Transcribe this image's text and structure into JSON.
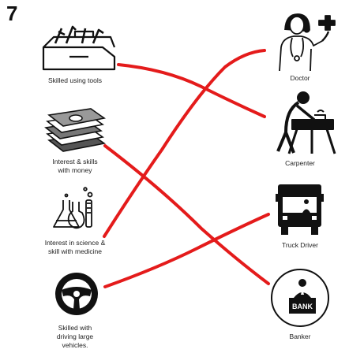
{
  "question_number": "7",
  "left_items": [
    {
      "label": "Skilled using tools",
      "icon": "toolbox-icon"
    },
    {
      "label": "Interest & skills\nwith money",
      "icon": "money-stack-icon"
    },
    {
      "label": "Interest in science &\nskill with medicine",
      "icon": "lab-flasks-icon"
    },
    {
      "label": "Skilled with\ndriving large\nvehicles.",
      "icon": "steering-wheel-icon"
    }
  ],
  "right_items": [
    {
      "label": "Doctor",
      "icon": "doctor-icon"
    },
    {
      "label": "Carpenter",
      "icon": "carpenter-icon"
    },
    {
      "label": "Truck Driver",
      "icon": "truck-icon"
    },
    {
      "label": "Banker",
      "icon": "banker-icon",
      "sign": "BANK"
    }
  ],
  "footer_text": "",
  "colors": {
    "ink": "#111111",
    "match_line": "#e41b1b"
  }
}
